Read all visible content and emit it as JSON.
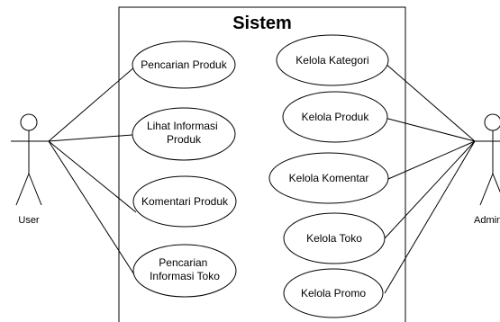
{
  "system": {
    "title": "Sistem"
  },
  "actors": {
    "user": {
      "label": "User"
    },
    "admin": {
      "label": "Admin"
    }
  },
  "use_cases": {
    "pencarian_produk": {
      "lines": [
        "Pencarian Produk"
      ]
    },
    "lihat_informasi_produk": {
      "lines": [
        "Lihat Informasi",
        "Produk"
      ]
    },
    "komentari_produk": {
      "lines": [
        "Komentari Produk"
      ]
    },
    "pencarian_informasi_toko": {
      "lines": [
        "Pencarian",
        "Informasi Toko"
      ]
    },
    "kelola_kategori": {
      "lines": [
        "Kelola Kategori"
      ]
    },
    "kelola_produk": {
      "lines": [
        "Kelola Produk"
      ]
    },
    "kelola_komentar": {
      "lines": [
        "Kelola Komentar"
      ]
    },
    "kelola_toko": {
      "lines": [
        "Kelola Toko"
      ]
    },
    "kelola_promo": {
      "lines": [
        "Kelola Promo"
      ]
    }
  },
  "associations": {
    "user": [
      "pencarian_produk",
      "lihat_informasi_produk",
      "komentari_produk",
      "pencarian_informasi_toko"
    ],
    "admin": [
      "kelola_kategori",
      "kelola_produk",
      "kelola_komentar",
      "kelola_toko",
      "kelola_promo"
    ]
  }
}
